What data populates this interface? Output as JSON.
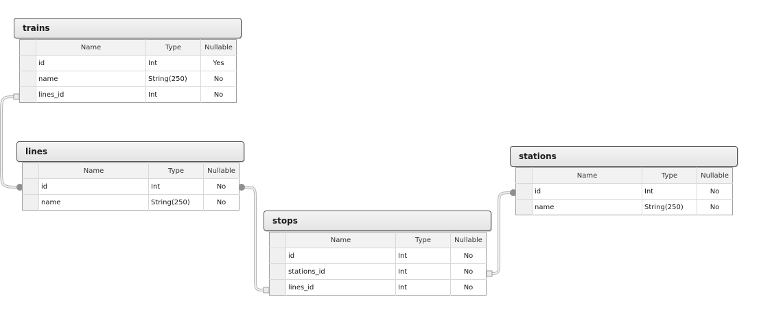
{
  "headers": {
    "name": "Name",
    "type": "Type",
    "nullable": "Nullable"
  },
  "tables": {
    "trains": {
      "title": "trains",
      "rows": [
        {
          "name": "id",
          "type": "Int",
          "nullable": "Yes"
        },
        {
          "name": "name",
          "type": "String(250)",
          "nullable": "No"
        },
        {
          "name": "lines_id",
          "type": "Int",
          "nullable": "No"
        }
      ]
    },
    "lines": {
      "title": "lines",
      "rows": [
        {
          "name": "id",
          "type": "Int",
          "nullable": "No"
        },
        {
          "name": "name",
          "type": "String(250)",
          "nullable": "No"
        }
      ]
    },
    "stops": {
      "title": "stops",
      "rows": [
        {
          "name": "id",
          "type": "Int",
          "nullable": "No"
        },
        {
          "name": "stations_id",
          "type": "Int",
          "nullable": "No"
        },
        {
          "name": "lines_id",
          "type": "Int",
          "nullable": "No"
        }
      ]
    },
    "stations": {
      "title": "stations",
      "rows": [
        {
          "name": "id",
          "type": "Int",
          "nullable": "No"
        },
        {
          "name": "name",
          "type": "String(250)",
          "nullable": "No"
        }
      ]
    }
  },
  "relationships": [
    {
      "from": "trains.lines_id",
      "to": "lines.id"
    },
    {
      "from": "stops.lines_id",
      "to": "lines.id"
    },
    {
      "from": "stops.stations_id",
      "to": "stations.id"
    }
  ]
}
